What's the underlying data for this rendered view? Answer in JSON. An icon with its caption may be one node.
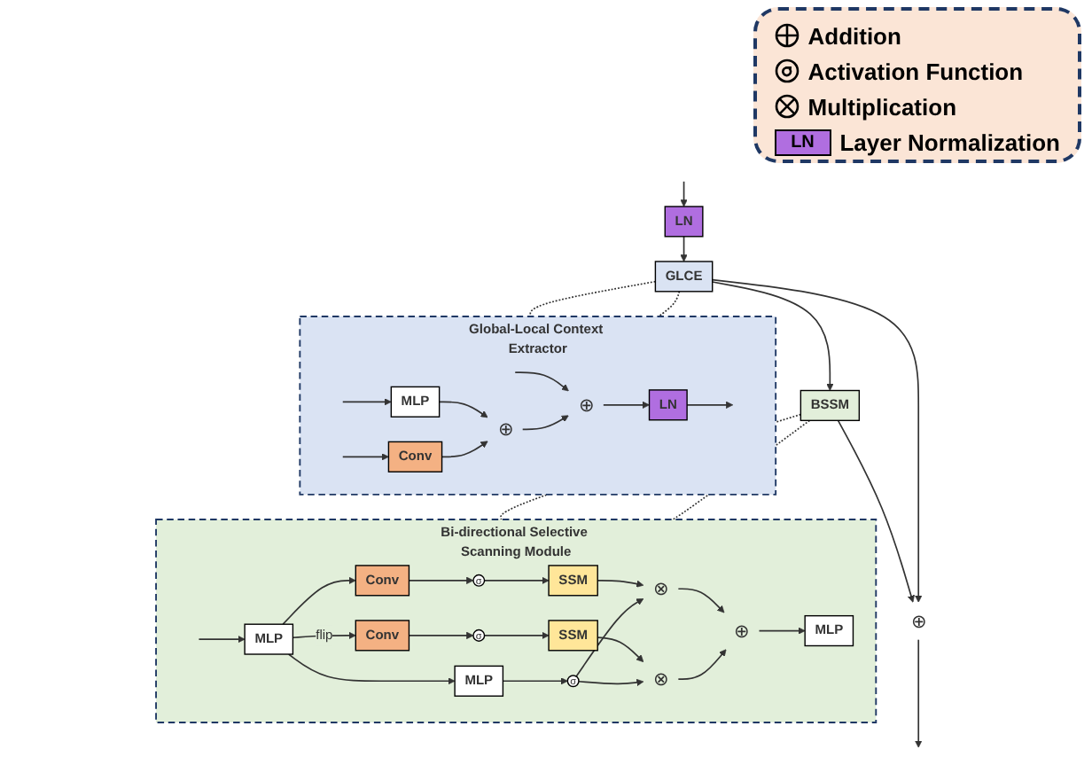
{
  "diagram": {
    "nodes": [
      {
        "text": [
          "Global-Local Context Extractor"
        ]
      },
      {
        "text": [
          "MLP"
        ],
        "in": 0
      },
      {
        "text": [
          "Conv"
        ],
        "in": 0
      },
      {
        "text": [
          "⊕"
        ],
        "in": 0
      },
      {
        "text": [
          "⊕"
        ],
        "in": 0
      },
      {
        "text": [
          "LN"
        ],
        "in": 0
      },
      {
        "text": [
          "LN"
        ]
      },
      {
        "text": [
          "GLCE"
        ]
      },
      {
        "text": [
          "BSSM"
        ]
      },
      {
        "text": [
          "⊕"
        ]
      },
      {
        "text": [
          "Bi-directional Selective Scanning Module"
        ]
      },
      {
        "text": [
          "MLP"
        ],
        "in": 10
      },
      {
        "text": [
          "Conv"
        ],
        "in": 10
      },
      {
        "text": [
          "σ"
        ],
        "in": 10
      },
      {
        "text": [
          "SSM"
        ],
        "in": 10
      },
      {
        "text": [
          "⊗"
        ],
        "in": 10
      },
      {
        "text": [
          "⊕"
        ],
        "in": 10
      },
      {
        "text": [
          "MLP"
        ],
        "in": 10
      },
      {
        "text": [
          "Conv"
        ],
        "in": 10
      },
      {
        "text": [
          "σ"
        ],
        "in": 10
      },
      {
        "text": [
          "SSM"
        ],
        "in": 10
      },
      {
        "text": [
          "⊗"
        ],
        "in": 10
      },
      {
        "text": [
          "MLP"
        ],
        "in": 10
      },
      {
        "text": [
          "σ"
        ],
        "in": 10
      }
    ],
    "edges": [
      {
        "from": null,
        "to": 1,
        "arrow": "to"
      },
      {
        "from": null,
        "to": 2,
        "arrow": "to"
      },
      {
        "from": null,
        "to": 4,
        "arrow": "to"
      },
      {
        "from": 1,
        "to": 3,
        "arrow": "to"
      },
      {
        "from": 2,
        "to": 3,
        "arrow": "to"
      },
      {
        "from": 3,
        "to": 4,
        "arrow": "to"
      },
      {
        "from": 4,
        "to": 5,
        "arrow": "to"
      },
      {
        "from": 5,
        "to": null,
        "arrow": "to"
      },
      {
        "from": null,
        "to": 6,
        "arrow": "to"
      },
      {
        "from": 6,
        "to": 7,
        "arrow": "to"
      },
      {
        "from": 7,
        "to": 8,
        "arrow": "to"
      },
      {
        "from": 7,
        "to": 9,
        "arrow": "to"
      },
      {
        "from": 8,
        "to": 9,
        "arrow": "to"
      },
      {
        "from": 9,
        "to": null,
        "arrow": "to"
      },
      {
        "from": 7,
        "to": 0,
        "arrow": "none",
        "style": "dashed"
      },
      {
        "from": 7,
        "to": 0,
        "arrow": "none",
        "style": "dashed"
      },
      {
        "from": 8,
        "to": 10,
        "arrow": "none",
        "style": "dashed"
      },
      {
        "from": 8,
        "to": 10,
        "arrow": "none",
        "style": "dashed"
      },
      {
        "from": null,
        "to": 11,
        "arrow": "to"
      },
      {
        "from": 11,
        "to": 12,
        "arrow": "to"
      },
      {
        "from": 11,
        "to": 18,
        "arrow": "to",
        "label": "flip"
      },
      {
        "from": 11,
        "to": 22,
        "arrow": "to"
      },
      {
        "from": 12,
        "to": 13,
        "arrow": "to"
      },
      {
        "from": 13,
        "to": 14,
        "arrow": "to"
      },
      {
        "from": 14,
        "to": 15,
        "arrow": "to"
      },
      {
        "from": 15,
        "to": 16,
        "arrow": "to"
      },
      {
        "from": 16,
        "to": 17,
        "arrow": "to"
      },
      {
        "from": 18,
        "to": 19,
        "arrow": "to"
      },
      {
        "from": 19,
        "to": 20,
        "arrow": "to"
      },
      {
        "from": 20,
        "to": 21,
        "arrow": "to"
      },
      {
        "from": 21,
        "to": 16,
        "arrow": "to"
      },
      {
        "from": 22,
        "to": 23,
        "arrow": "to"
      },
      {
        "from": 23,
        "to": 21,
        "arrow": "to"
      },
      {
        "from": 23,
        "to": 15,
        "arrow": "to"
      }
    ],
    "labels": [
      "LN"
    ],
    "legend": [
      {
        "text": "Addition"
      },
      {
        "text": "Activation Function"
      },
      {
        "text": "Multiplication"
      },
      {
        "text": "Layer Normalization",
        "color": "#b06ee0"
      }
    ]
  }
}
